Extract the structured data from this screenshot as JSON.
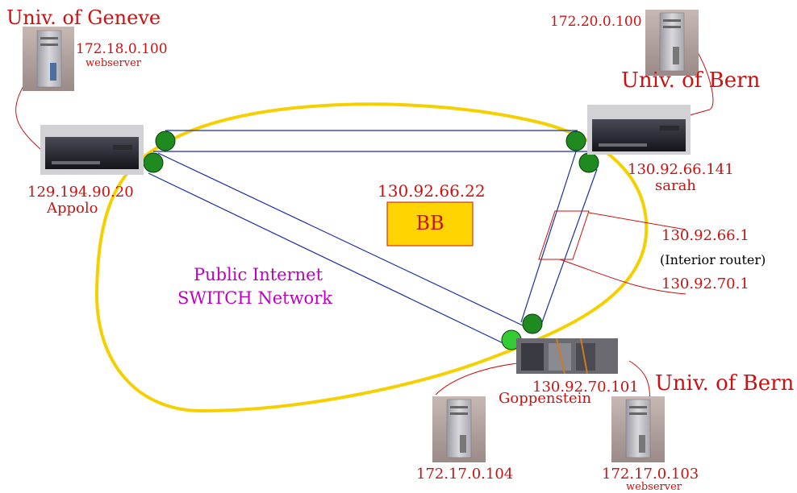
{
  "sites": {
    "geneve": {
      "title": "Univ. of Geneve",
      "ip": "172.18.0.100",
      "role": "webserver"
    },
    "bern_top": {
      "ip": "172.20.0.100",
      "title": "Univ. of Bern"
    },
    "bern_bottom": {
      "title": "Univ. of Bern"
    }
  },
  "routers": {
    "appolo": {
      "ip": "129.194.90.20",
      "name": "Appolo"
    },
    "sarah": {
      "ip": "130.92.66.141",
      "name": "sarah"
    },
    "goppenstein": {
      "ip": "130.92.70.101",
      "name": "Goppenstein"
    }
  },
  "bb": {
    "ip": "130.92.66.22",
    "label": "BB"
  },
  "interior_router": {
    "ip_a": "130.92.66.1",
    "caption": "(Interior router)",
    "ip_b": "130.92.70.1"
  },
  "cloud": {
    "line1": "Public Internet",
    "line2": "SWITCH Network"
  },
  "hosts": {
    "h104": {
      "ip": "172.17.0.104"
    },
    "h103": {
      "ip": "172.17.0.103",
      "role": "webserver"
    }
  },
  "colors": {
    "label_red": "#cc1111",
    "cloud_text": "#c000c0",
    "link_blue": "#1a2fa8",
    "cloud_outline": "#f5d000",
    "bb_fill": "#ffd400",
    "node_green": "#1f8a1f"
  },
  "icons": [
    "desktop-computer-icon",
    "router-device-icon"
  ]
}
